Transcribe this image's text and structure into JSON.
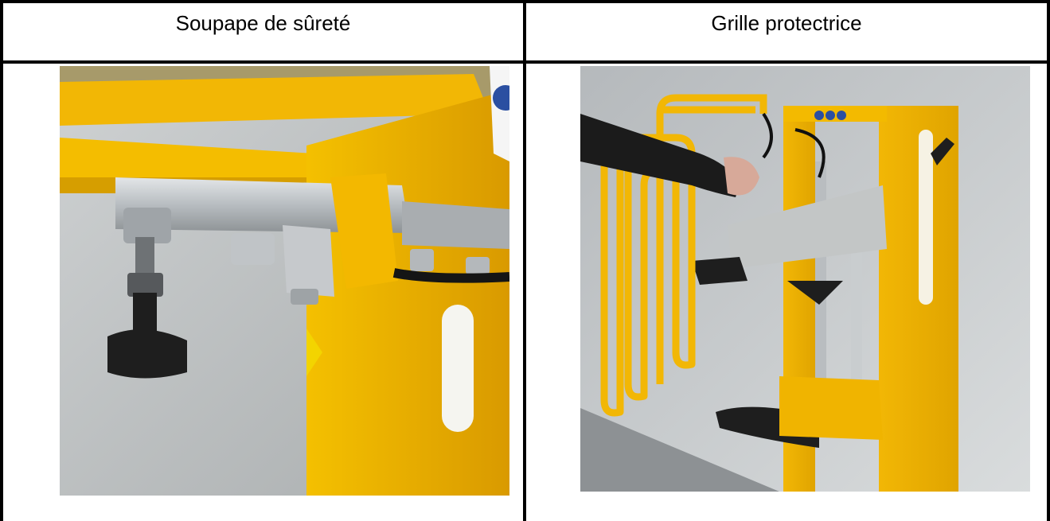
{
  "table": {
    "headers": [
      "Soupape de sûreté",
      "Grille protectrice"
    ]
  },
  "photos": [
    {
      "name": "safety-valve-photo",
      "subject": "safety valve"
    },
    {
      "name": "protective-grille-photo",
      "subject": "protective grille"
    }
  ],
  "colors": {
    "machine_yellow": "#F2B705",
    "steel": "#B9BDC0",
    "rubber_black": "#1E1E1E",
    "wall_grey": "#C9CCCF",
    "border": "#000000"
  }
}
